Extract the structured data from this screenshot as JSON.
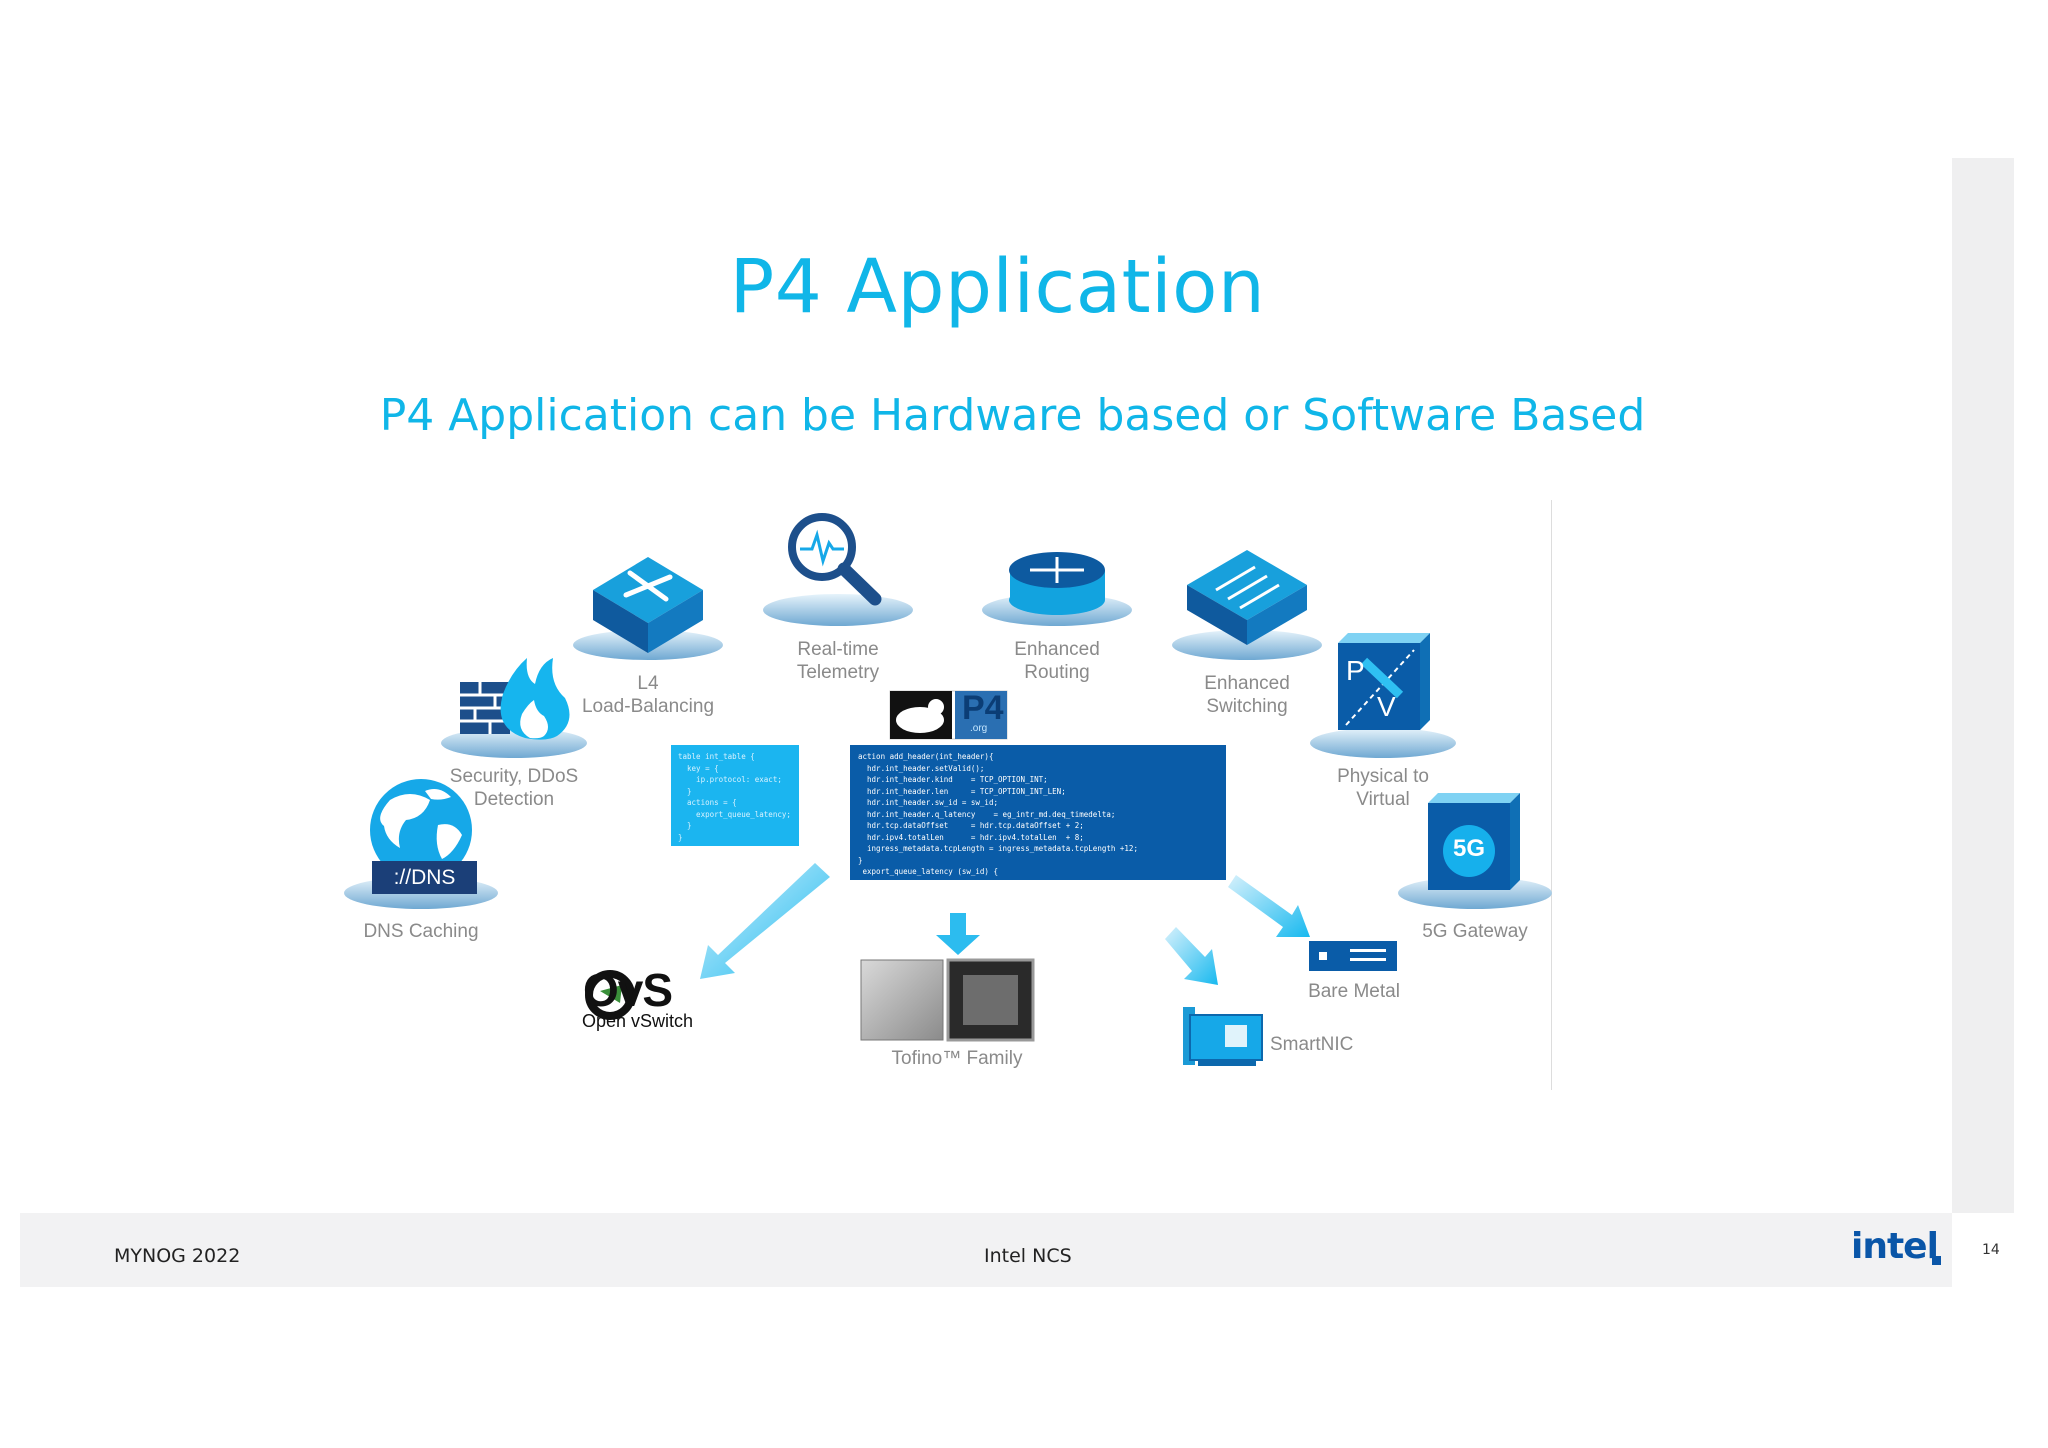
{
  "slide": {
    "title": "P4 Application",
    "subtitle": "P4 Application can be Hardware based or Software Based",
    "page_number": "14"
  },
  "footer": {
    "left": "MYNOG 2022",
    "center": "Intel NCS",
    "logo_text": "intel"
  },
  "diagram": {
    "nodes": {
      "dns": "DNS Caching",
      "dns_badge": "://DNS",
      "security_line1": "Security, DDoS",
      "security_line2": "Detection",
      "l4_line1": "L4",
      "l4_line2": "Load-Balancing",
      "telemetry_line1": "Real-time",
      "telemetry_line2": "Telemetry",
      "routing_line1": "Enhanced",
      "routing_line2": "Routing",
      "switching_line1": "Enhanced",
      "switching_line2": "Switching",
      "p2v_line1": "Physical to",
      "p2v_line2": "Virtual",
      "p2v_badge_p": "P",
      "p2v_badge_v": "V",
      "gateway": "5G Gateway",
      "gateway_badge": "5G"
    },
    "targets": {
      "ovs_logo": "OvS",
      "ovs_name": "Open vSwitch",
      "tofino": "Tofino™ Family",
      "smartnic": "SmartNIC",
      "bare_metal": "Bare Metal"
    },
    "p4_logo": "P4",
    "p4_logo_suffix": ".org",
    "code_small": "table int_table {\n  key = {\n    ip.protocol: exact;\n  }\n  actions = {\n    export_queue_latency;\n  }\n}",
    "code_large": "action add_header(int_header){\n  hdr.int_header.setValid();\n  hdr.int_header.kind    = TCP_OPTION_INT;\n  hdr.int_header.len     = TCP_OPTION_INT_LEN;\n  hdr.int_header.sw_id = sw_id;\n  hdr.int_header.q_latency    = eg_intr_md.deq_timedelta;\n  hdr.tcp.dataOffset     = hdr.tcp.dataOffset + 2;\n  hdr.ipv4.totalLen      = hdr.ipv4.totalLen  + 8;\n  ingress_metadata.tcpLength = ingress_metadata.tcpLength +12;\n}\n export_queue_latency (sw_id) {"
  }
}
